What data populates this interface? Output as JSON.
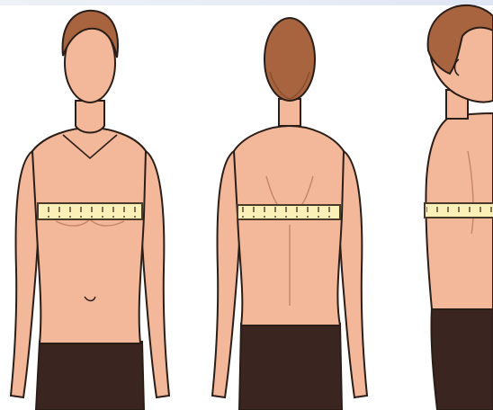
{
  "image": {
    "description_free": true,
    "colors": {
      "background": "#ffffff",
      "skin": "#f3b89a",
      "skin_shadow": "#e9a789",
      "outline": "#2b1d17",
      "hair": "#a8643f",
      "hair_dark": "#8a4e30",
      "pants": "#3a2520",
      "tape_fill": "#fbf0b8",
      "tape_edge": "#4a3a2a",
      "top_strip": "#e7ecf6"
    },
    "figures": [
      {
        "view": "front"
      },
      {
        "view": "back"
      },
      {
        "view": "side"
      }
    ],
    "icons": []
  }
}
